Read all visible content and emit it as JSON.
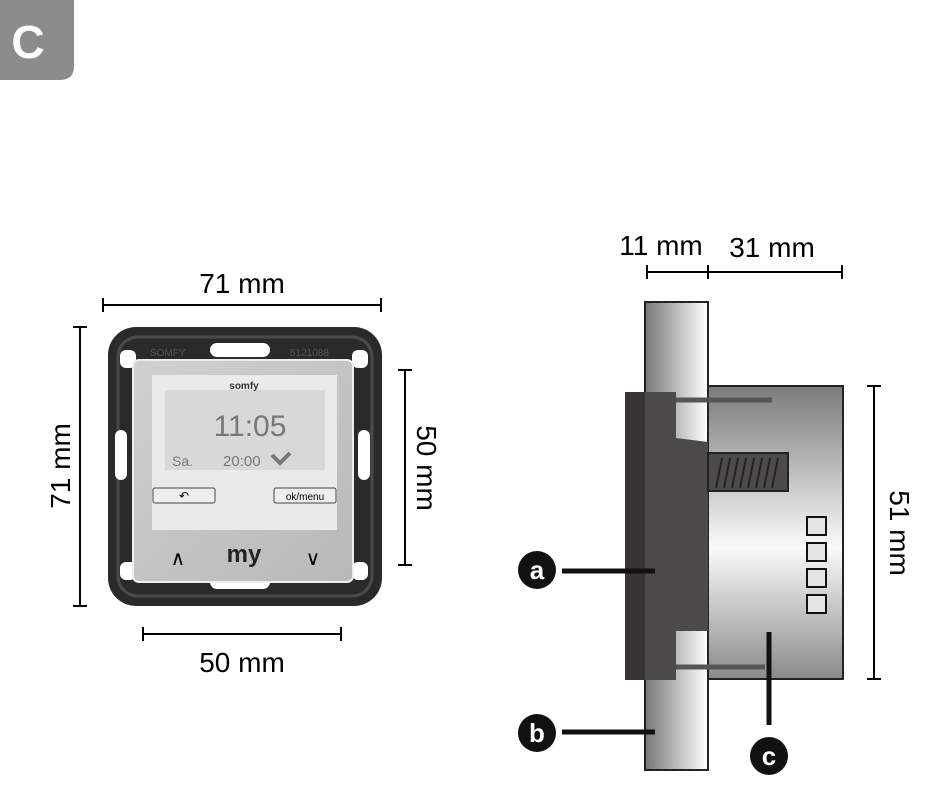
{
  "section_label": "C",
  "front_view": {
    "width_label": "71 mm",
    "height_label": "71 mm",
    "display_height_label": "50 mm",
    "display_width_label": "50 mm",
    "device": {
      "brand": "somfy",
      "frame_brand": "SOMFY",
      "frame_code": "5121088",
      "time": "11:05",
      "day": "Sa.",
      "next_time": "20:00",
      "back_button": "↶",
      "ok_button": "ok/menu",
      "up_button": "∧",
      "my_button": "my",
      "down_button": "∨"
    }
  },
  "side_view": {
    "front_depth_label": "11 mm",
    "rear_depth_label": "31 mm",
    "height_label": "51 mm",
    "callouts": [
      "a",
      "b",
      "c"
    ]
  }
}
